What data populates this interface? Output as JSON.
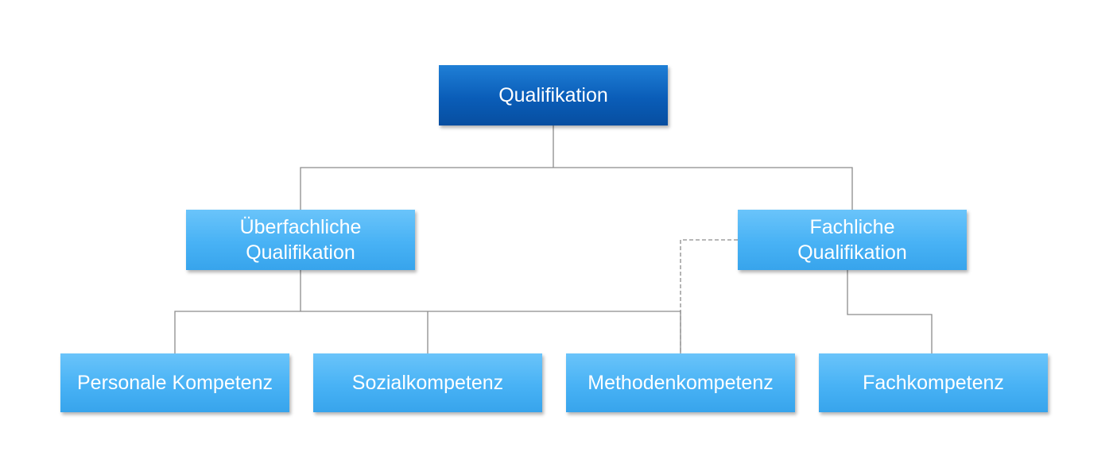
{
  "diagram": {
    "root": {
      "label": "Qualifikation"
    },
    "branches": [
      {
        "label_line1": "Überfachliche",
        "label_line2": "Qualifikation"
      },
      {
        "label_line1": "Fachliche",
        "label_line2": "Qualifikation"
      }
    ],
    "leaves": [
      {
        "label": "Personale Kompetenz"
      },
      {
        "label": "Sozialkompetenz"
      },
      {
        "label": "Methodenkompetenz"
      },
      {
        "label": "Fachkompetenz"
      }
    ],
    "colors": {
      "root_fill": "#0a5db8",
      "node_fill": "#48b2f5",
      "text": "#ffffff",
      "connector": "#8c8c8c"
    },
    "connector_styles": {
      "solid": "solid",
      "dashed": "dashed"
    }
  }
}
